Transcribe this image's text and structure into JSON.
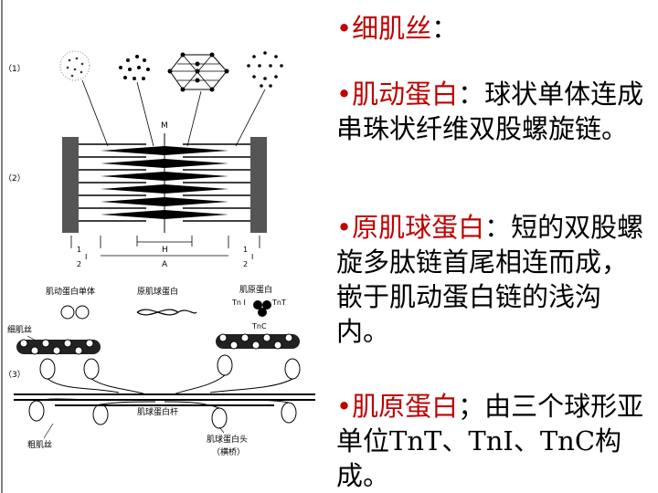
{
  "figure": {
    "panel_labels": [
      "（1）",
      "（2）",
      "（3）"
    ],
    "sarcomere_labels": {
      "m_line": "M",
      "i_band_left": [
        "1",
        "2",
        "I"
      ],
      "a_band": "A",
      "h_zone": "H",
      "i_band_right": [
        "1",
        "2",
        "I"
      ]
    },
    "component_labels": {
      "actin_monomer": "肌动蛋白单体",
      "tropomyosin": "原肌球蛋白",
      "troponin": "肌原蛋白",
      "tni": "Tn I",
      "tnt": "TnT",
      "tnc": "TnC",
      "thin_filament": "细肌丝",
      "myosin_rod": "肌球蛋白杆",
      "thick_filament": "粗肌丝",
      "myosin_head": "肌球蛋白头",
      "cross_bridge": "（横桥）"
    }
  },
  "bullets": [
    {
      "dot": "•",
      "term": "细肌丝",
      "text": "："
    },
    {
      "dot": "•",
      "term": "肌动蛋白",
      "text": "：球状单体连成串珠状纤维双股螺旋链。"
    },
    {
      "dot": "•",
      "term": "原肌球蛋白",
      "text": "：短的双股螺旋多肽链首尾相连而成，嵌于肌动蛋白链的浅沟内。"
    },
    {
      "dot": "•",
      "term": "肌原蛋白",
      "text": "；由三个球形亚单位TnT、TnI、TnC构成。"
    }
  ]
}
